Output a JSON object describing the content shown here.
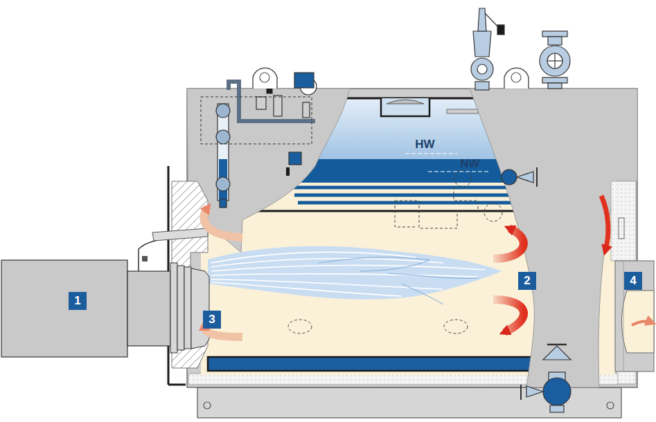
{
  "diagram": {
    "labels": [
      "HW",
      "NW",
      "1",
      "2",
      "3",
      "4"
    ]
  }
}
